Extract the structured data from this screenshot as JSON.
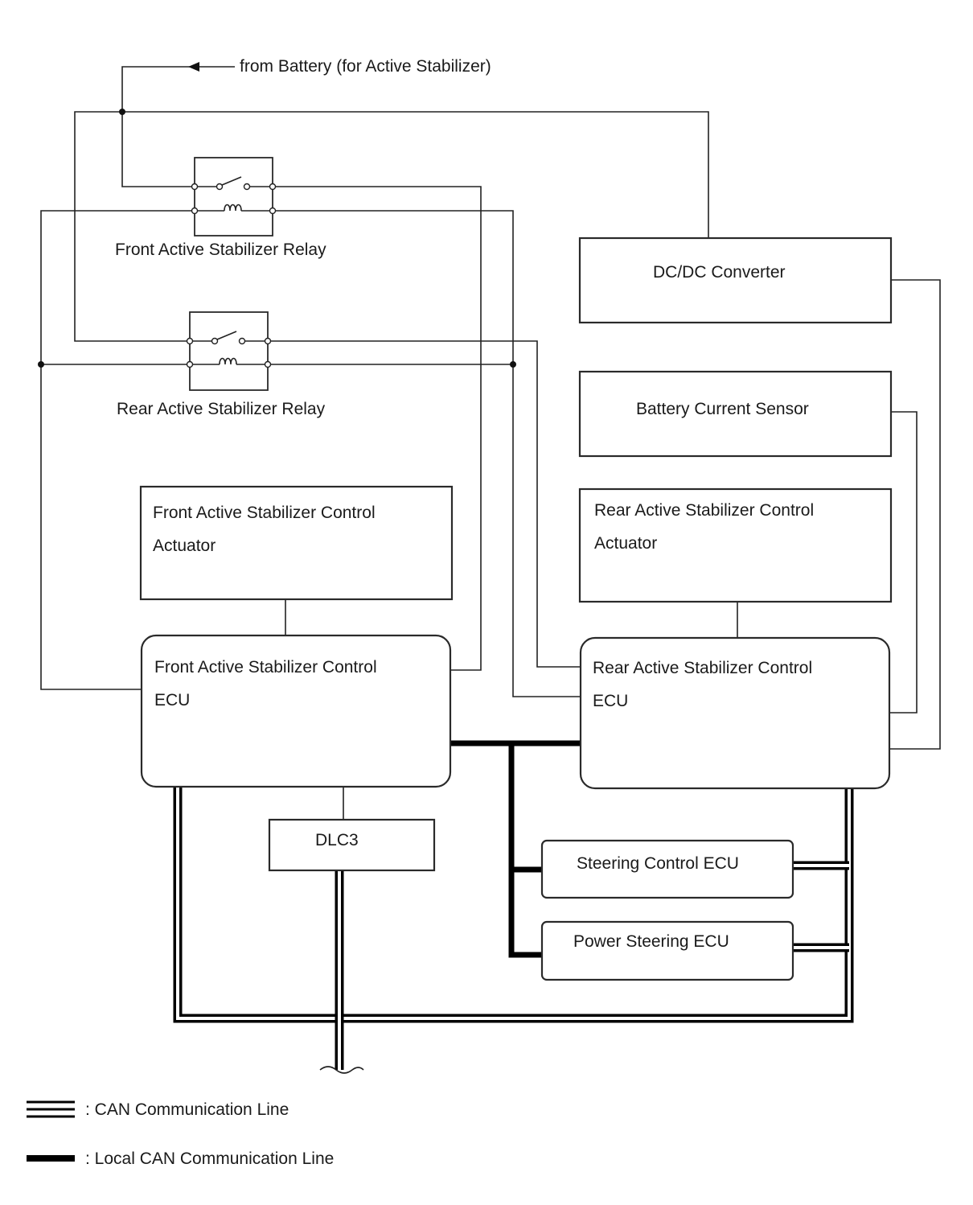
{
  "battery_label": "from Battery (for Active Stabilizer)",
  "relays": {
    "front": "Front Active Stabilizer Relay",
    "rear": "Rear Active Stabilizer Relay"
  },
  "boxes": {
    "dcdc": "DC/DC Converter",
    "battery_sensor": "Battery Current Sensor",
    "front_actuator": [
      "Front Active Stabilizer Control",
      "Actuator"
    ],
    "rear_actuator": [
      "Rear Active Stabilizer Control",
      "Actuator"
    ],
    "front_ecu": [
      "Front Active Stabilizer Control",
      "ECU"
    ],
    "rear_ecu": [
      "Rear Active Stabilizer Control",
      "ECU"
    ],
    "dlc3": "DLC3",
    "steering_ecu": "Steering Control ECU",
    "power_steering_ecu": "Power Steering ECU"
  },
  "legend": {
    "can": ": CAN Communication Line",
    "local_can": ": Local CAN Communication Line"
  }
}
